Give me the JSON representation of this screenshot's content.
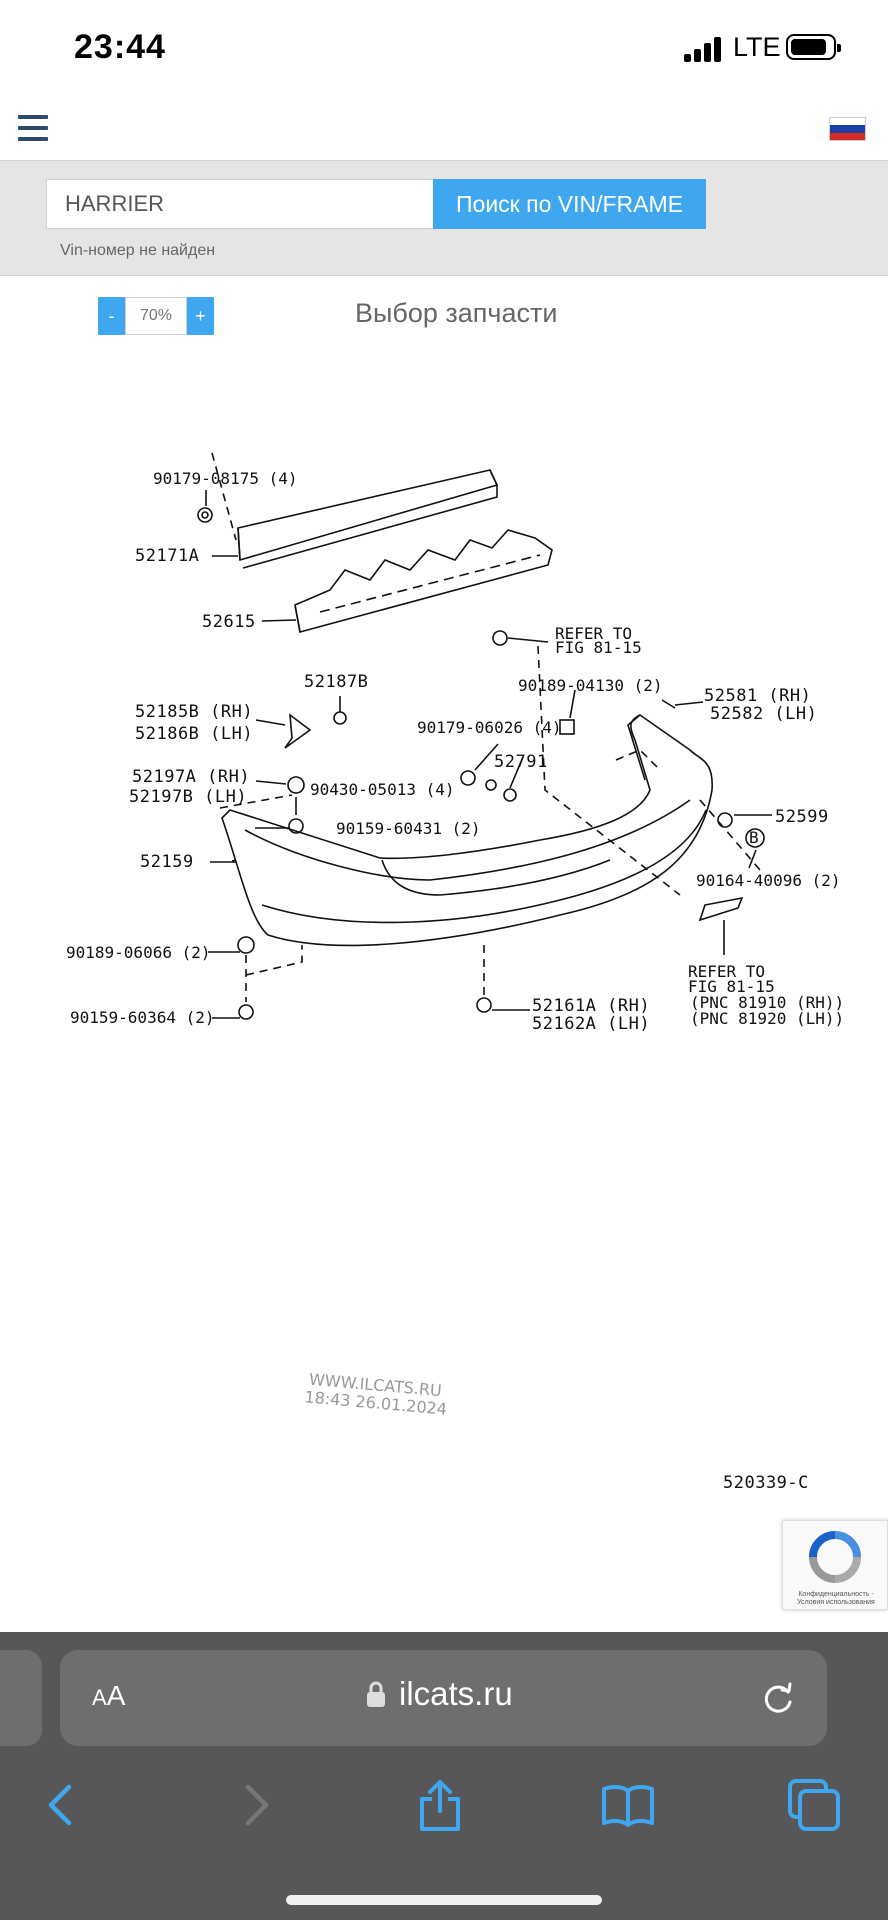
{
  "status_bar": {
    "time": "23:44",
    "network": "LTE"
  },
  "search": {
    "value": "HARRIER",
    "button_label": "Поиск по VIN/FRAME",
    "status": "Vin-номер не найден"
  },
  "zoom": {
    "minus": "-",
    "value": "70%",
    "plus": "+"
  },
  "page_title": "Выбор запчасти",
  "diagram": {
    "labels": {
      "p1": "90179-08175 (4)",
      "p2": "52171A",
      "p3": "52615",
      "p4": "REFER TO",
      "p5": "FIG 81-15",
      "p6": "90189-04130 (2)",
      "p7": "52581 (RH)",
      "p8": "52582 (LH)",
      "p9": "52187B",
      "p10": "52185B (RH)",
      "p11": "52186B (LH)",
      "p12": "90179-06026 (4)",
      "p13": "52791",
      "p14": "52197A (RH)",
      "p15": "52197B (LH)",
      "p16": "90430-05013 (4)",
      "p17": "52599",
      "p18": "90159-60431 (2)",
      "p19": "52159",
      "p20": "B",
      "p21": "90164-40096 (2)",
      "p22": "90189-06066 (2)",
      "p23": "REFER TO",
      "p24": "FIG 81-15",
      "p25": "90159-60364 (2)",
      "p26": "52161A (RH)",
      "p27": "52162A (LH)",
      "p28": "(PNC 81910 (RH))",
      "p29": "(PNC 81920 (LH))",
      "code": "520339-C"
    },
    "watermark": [
      "WWW.ILCATS.RU",
      "18:43 26.01.2024"
    ]
  },
  "recaptcha": {
    "text": "Конфиденциальность - Условия использования"
  },
  "safari": {
    "aa_small": "A",
    "aa_large": "A",
    "url": "ilcats.ru"
  }
}
